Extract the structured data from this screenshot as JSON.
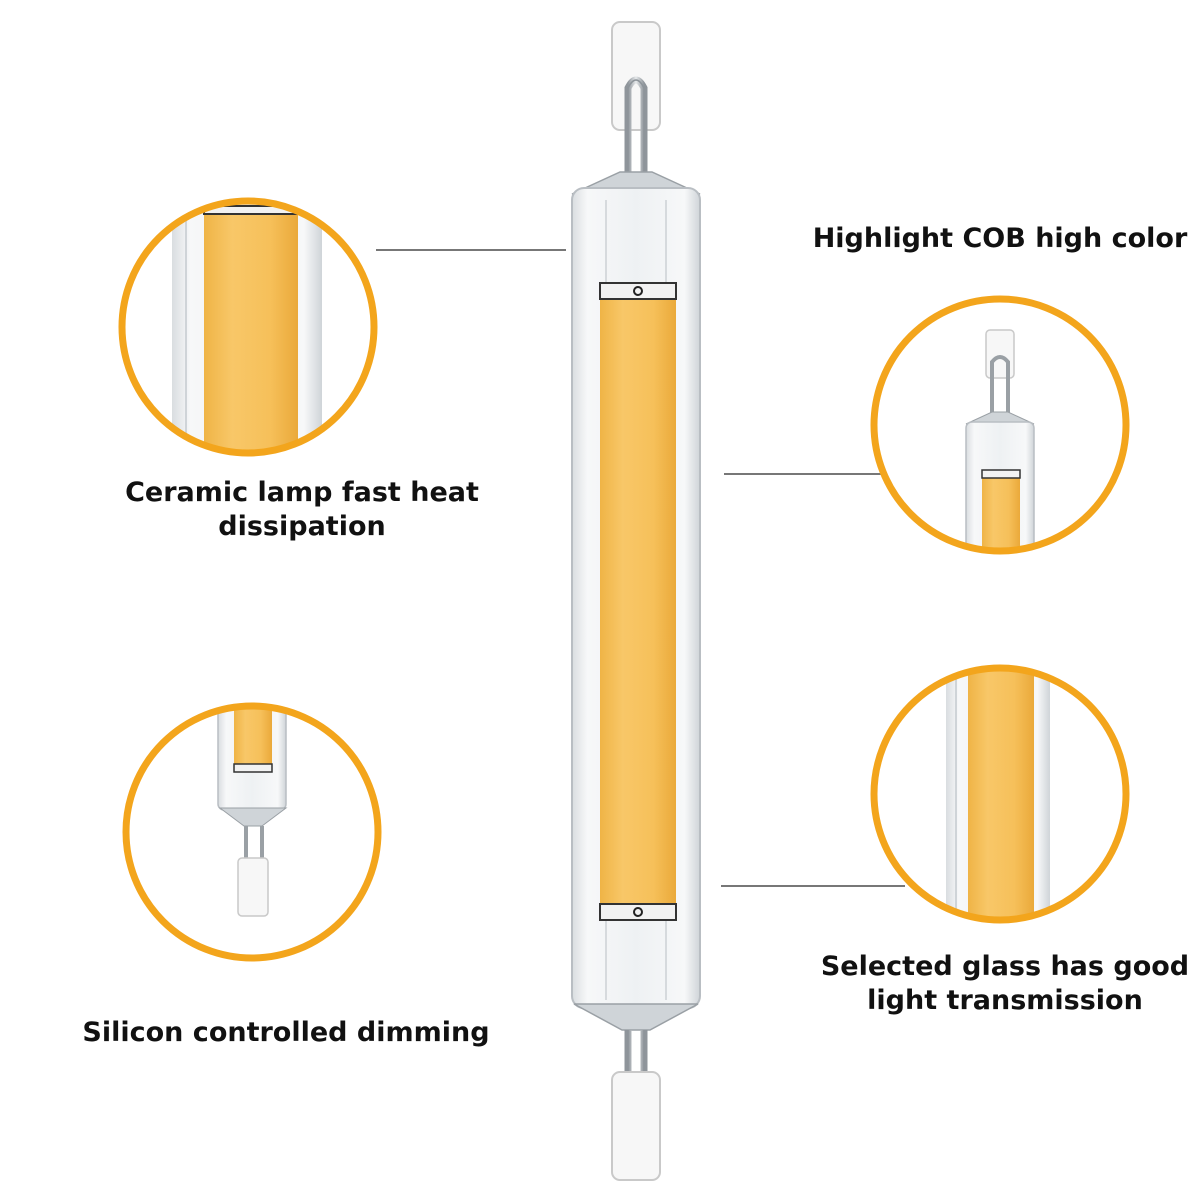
{
  "features": [
    {
      "id": "ceramic",
      "lines": [
        "Ceramic lamp fast heat",
        "dissipation"
      ]
    },
    {
      "id": "cob",
      "lines": [
        "Highlight COB high color"
      ]
    },
    {
      "id": "dimming",
      "lines": [
        "Silicon controlled dimming"
      ]
    },
    {
      "id": "glass",
      "lines": [
        "Selected glass has good",
        "light transmission"
      ]
    }
  ],
  "colors": {
    "accent_ring": "#f3a51c",
    "cob_strip": "#f6c15f",
    "glass": "#eef1f3",
    "metal": "#b9bec3",
    "ceramic": "#f7f7f7",
    "leader_line": "#777777"
  }
}
